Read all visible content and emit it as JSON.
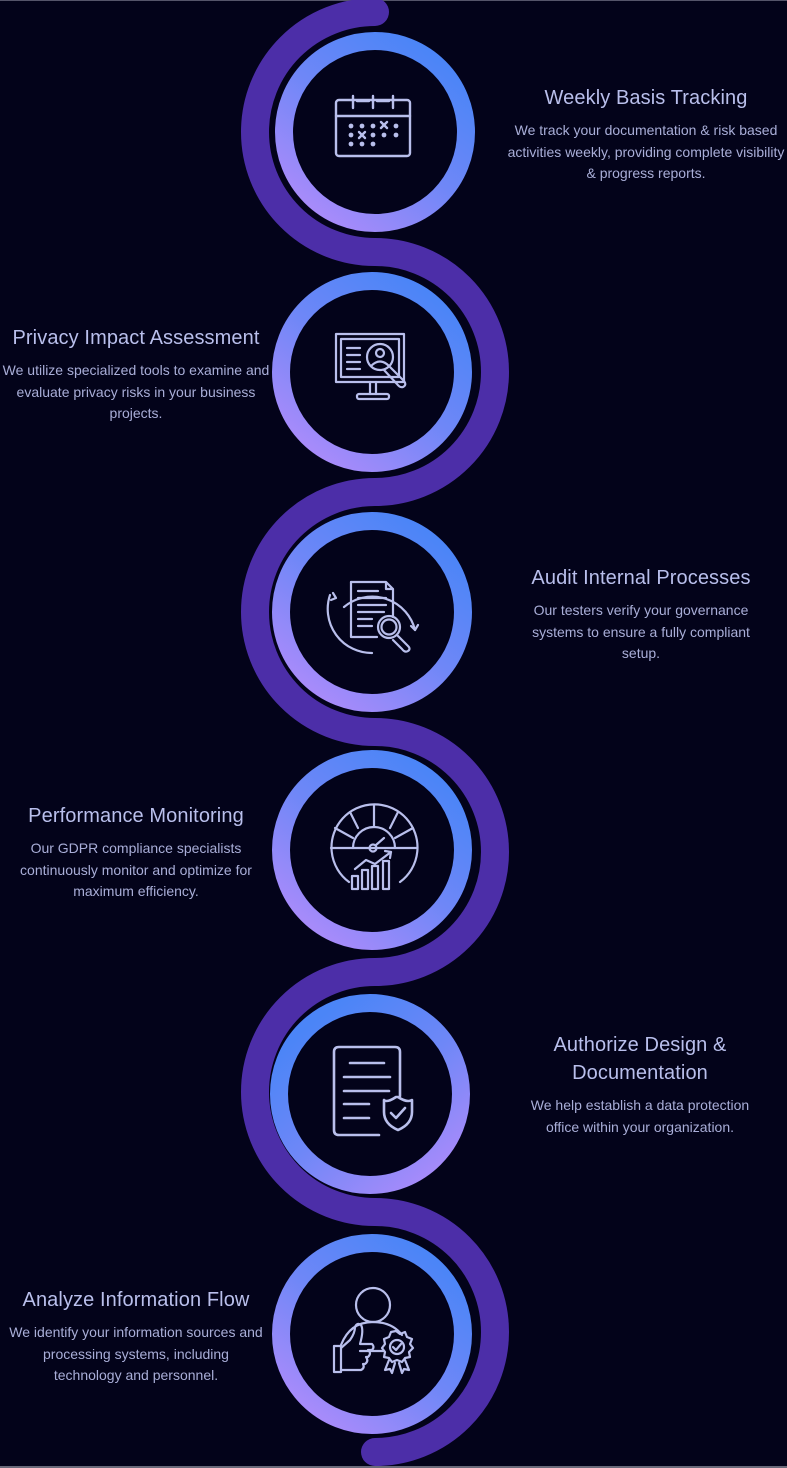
{
  "colors": {
    "background": "#03031a",
    "snake": "#4c2ea8",
    "ring_blue": "#4b85f7",
    "ring_violet": "#a78bfa",
    "icon": "#b9bfec",
    "title": "#b9bfec",
    "text": "#a9aed8"
  },
  "steps": [
    {
      "title": "Weekly Basis Tracking",
      "description": "We track your documentation & risk based activities weekly, providing complete visibility & progress reports.",
      "icon": "calendar-icon",
      "side": "right"
    },
    {
      "title": "Privacy Impact Assessment",
      "description": "We utilize specialized tools to examine and evaluate privacy risks in your business projects.",
      "icon": "monitor-search-user-icon",
      "side": "left"
    },
    {
      "title": "Audit Internal Processes",
      "description": "Our testers verify your governance systems to ensure a fully compliant setup.",
      "icon": "document-audit-icon",
      "side": "right"
    },
    {
      "title": "Performance Monitoring",
      "description": "Our GDPR compliance specialists continuously monitor and optimize for maximum efficiency.",
      "icon": "speedometer-chart-icon",
      "side": "left"
    },
    {
      "title": "Authorize Design & Documentation",
      "description": "We help establish a data protection office within your organization.",
      "icon": "document-shield-icon",
      "side": "right"
    },
    {
      "title": "Analyze Information Flow",
      "description": "We identify your information sources and processing systems, including technology and personnel.",
      "icon": "person-thumbs-up-badge-icon",
      "side": "left"
    }
  ]
}
